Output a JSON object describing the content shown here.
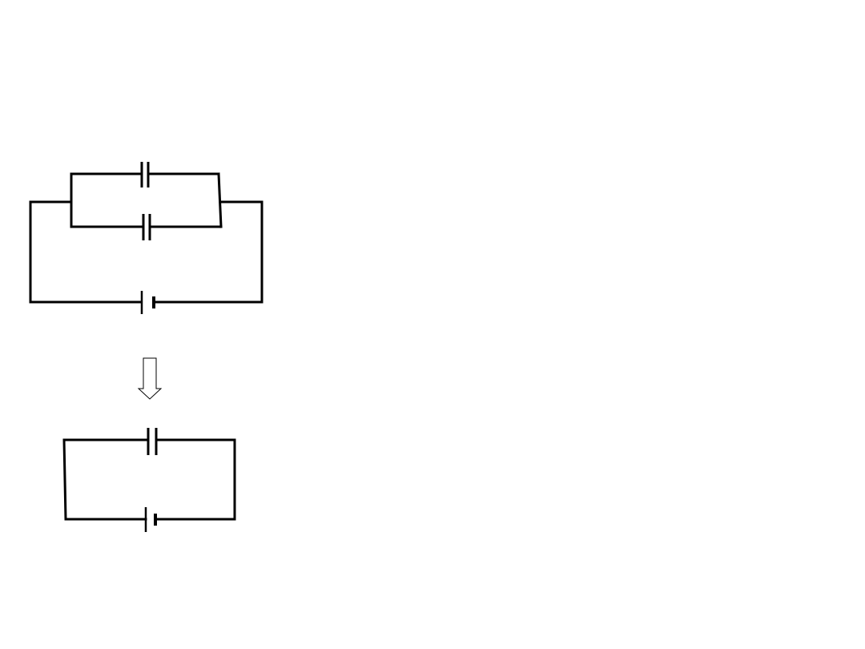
{
  "page": {
    "background_color": "#ffffff"
  },
  "diagram": {
    "stroke_color": "#000000",
    "arrow_stroke_color": "#000000",
    "arrow_fill_color": "#ffffff",
    "original_circuit": {
      "components": [
        "capacitor",
        "capacitor",
        "battery"
      ],
      "capacitor_arrangement": "parallel"
    },
    "transition_arrow": {
      "icon": "down-arrow-icon",
      "direction": "down"
    },
    "equivalent_circuit": {
      "components": [
        "capacitor",
        "battery"
      ]
    }
  }
}
